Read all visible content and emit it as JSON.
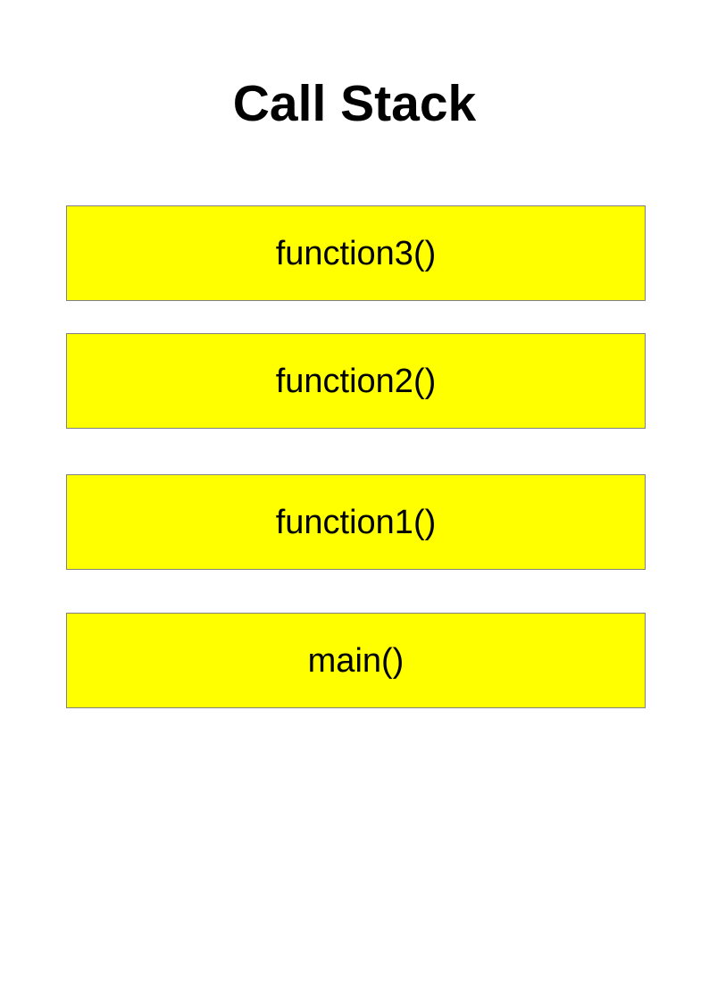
{
  "page": {
    "title": "Call Stack"
  },
  "stack": {
    "frames": [
      {
        "label": "function3()"
      },
      {
        "label": "function2()"
      },
      {
        "label": "function1()"
      },
      {
        "label": "main()"
      }
    ]
  },
  "colors": {
    "frame_fill": "#ffff00",
    "frame_border": "#808080",
    "title_text": "#000000",
    "frame_text": "#000000",
    "background": "#ffffff"
  }
}
